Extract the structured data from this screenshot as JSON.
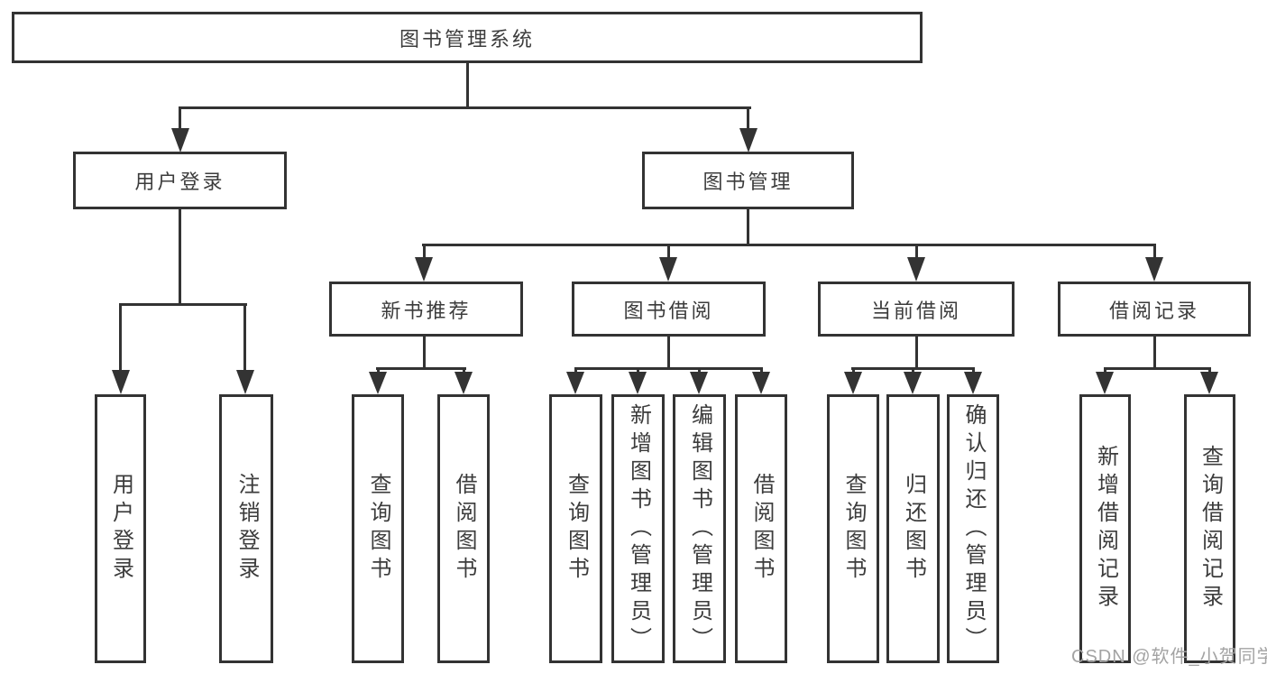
{
  "root": {
    "label": "图书管理系统",
    "children": [
      {
        "label": "用户登录",
        "children": [
          {
            "label": "用户登录"
          },
          {
            "label": "注销登录"
          }
        ]
      },
      {
        "label": "图书管理",
        "children": [
          {
            "label": "新书推荐",
            "children": [
              {
                "label": "查询图书"
              },
              {
                "label": "借阅图书"
              }
            ]
          },
          {
            "label": "图书借阅",
            "children": [
              {
                "label": "查询图书"
              },
              {
                "label": "新增图书（管理员）"
              },
              {
                "label": "编辑图书（管理员）"
              },
              {
                "label": "借阅图书"
              }
            ]
          },
          {
            "label": "当前借阅",
            "children": [
              {
                "label": "查询图书"
              },
              {
                "label": "归还图书"
              },
              {
                "label": "确认归还（管理员）"
              }
            ]
          },
          {
            "label": "借阅记录",
            "children": [
              {
                "label": "新增借阅记录"
              },
              {
                "label": "查询借阅记录"
              }
            ]
          }
        ]
      }
    ]
  },
  "watermark": "CSDN @软件_小贺同学",
  "colors": {
    "line": "#333333",
    "text": "#3c3c3c",
    "bg": "#ffffff",
    "watermark": "#a3a3a3"
  }
}
